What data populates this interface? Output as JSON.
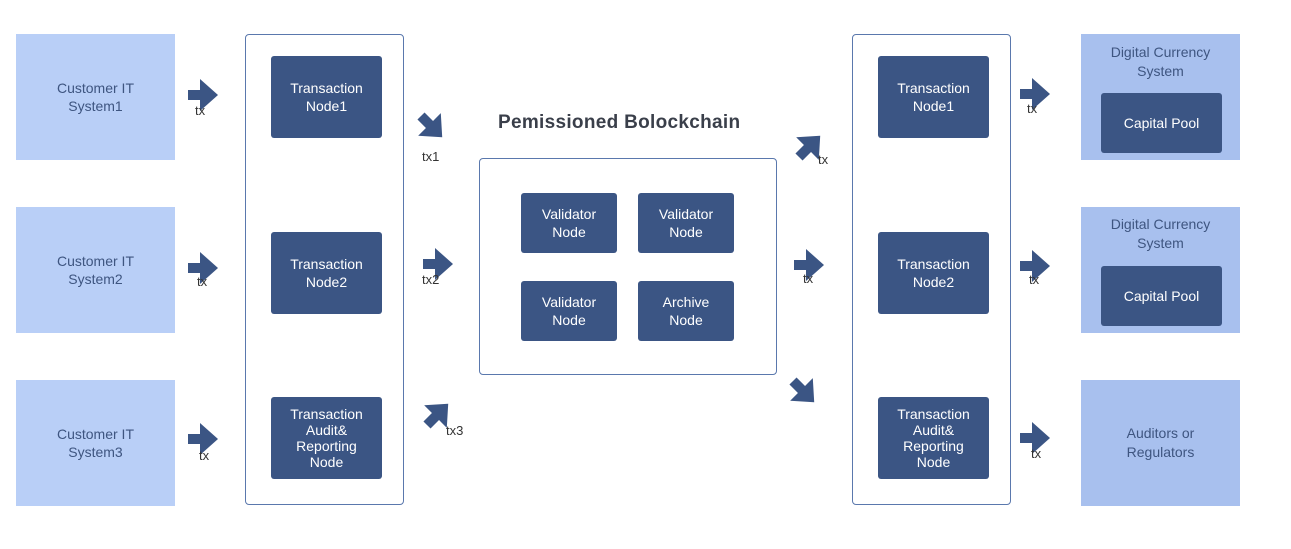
{
  "customers": [
    {
      "label": "Customer IT\nSystem1"
    },
    {
      "label": "Customer IT\nSystem2"
    },
    {
      "label": "Customer IT\nSystem3"
    }
  ],
  "left_nodes": [
    {
      "label": "Transaction\nNode1"
    },
    {
      "label": "Transaction\nNode2"
    },
    {
      "label": "Transaction\nAudit&\nReporting\nNode"
    }
  ],
  "right_nodes": [
    {
      "label": "Transaction\nNode1"
    },
    {
      "label": "Transaction\nNode2"
    },
    {
      "label": "Transaction\nAudit&\nReporting\nNode"
    }
  ],
  "blockchain": {
    "title": "Pemissioned Bolockchain",
    "nodes": [
      {
        "label": "Validator\nNode"
      },
      {
        "label": "Validator\nNode"
      },
      {
        "label": "Validator\nNode"
      },
      {
        "label": "Archive\nNode"
      }
    ]
  },
  "destinations": [
    {
      "title": "Digital Currency\nSystem",
      "inner": "Capital Pool"
    },
    {
      "title": "Digital Currency\nSystem",
      "inner": "Capital Pool"
    },
    {
      "title": "Auditors or\nRegulators"
    }
  ],
  "edge_labels": {
    "left_tx": [
      "tx",
      "tx",
      "tx"
    ],
    "mid_in": [
      "tx1",
      "tx2",
      "tx3"
    ],
    "mid_out": [
      "tx",
      "tx"
    ],
    "right_tx": [
      "tx",
      "tx",
      "tx"
    ]
  },
  "colors": {
    "dark_node": "#3b5584",
    "light_box": "#b9cff7",
    "arrow": "#3b5584",
    "group_border": "#5a78ad"
  }
}
